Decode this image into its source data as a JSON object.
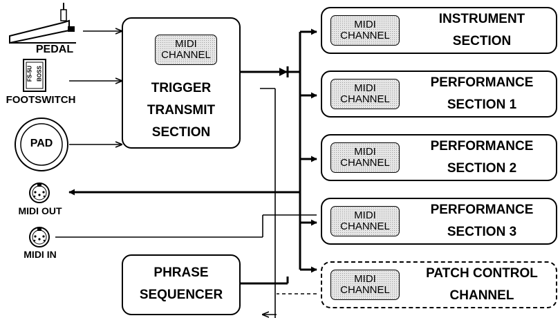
{
  "inputs": {
    "pedal_label": "PEDAL",
    "footswitch_label": "FOOTSWITCH",
    "footswitch_text_a": "FS-5U",
    "footswitch_text_b": "BOSS",
    "pad_label": "PAD",
    "midi_out_label": "MIDI OUT",
    "midi_in_label": "MIDI IN"
  },
  "midi_tag": {
    "line1": "MIDI",
    "line2": "CHANNEL"
  },
  "trigger": {
    "title_lines": [
      "TRIGGER",
      "TRANSMIT",
      "SECTION"
    ]
  },
  "phrase": {
    "title_lines": [
      "PHRASE",
      "SEQUENCER"
    ]
  },
  "sections": [
    {
      "title_lines": [
        "INSTRUMENT",
        "SECTION"
      ],
      "dashed": false
    },
    {
      "title_lines": [
        "PERFORMANCE",
        "SECTION 1"
      ],
      "dashed": false
    },
    {
      "title_lines": [
        "PERFORMANCE",
        "SECTION 2"
      ],
      "dashed": false
    },
    {
      "title_lines": [
        "PERFORMANCE",
        "SECTION 3"
      ],
      "dashed": false
    },
    {
      "title_lines": [
        "PATCH CONTROL",
        "CHANNEL"
      ],
      "dashed": true
    }
  ]
}
